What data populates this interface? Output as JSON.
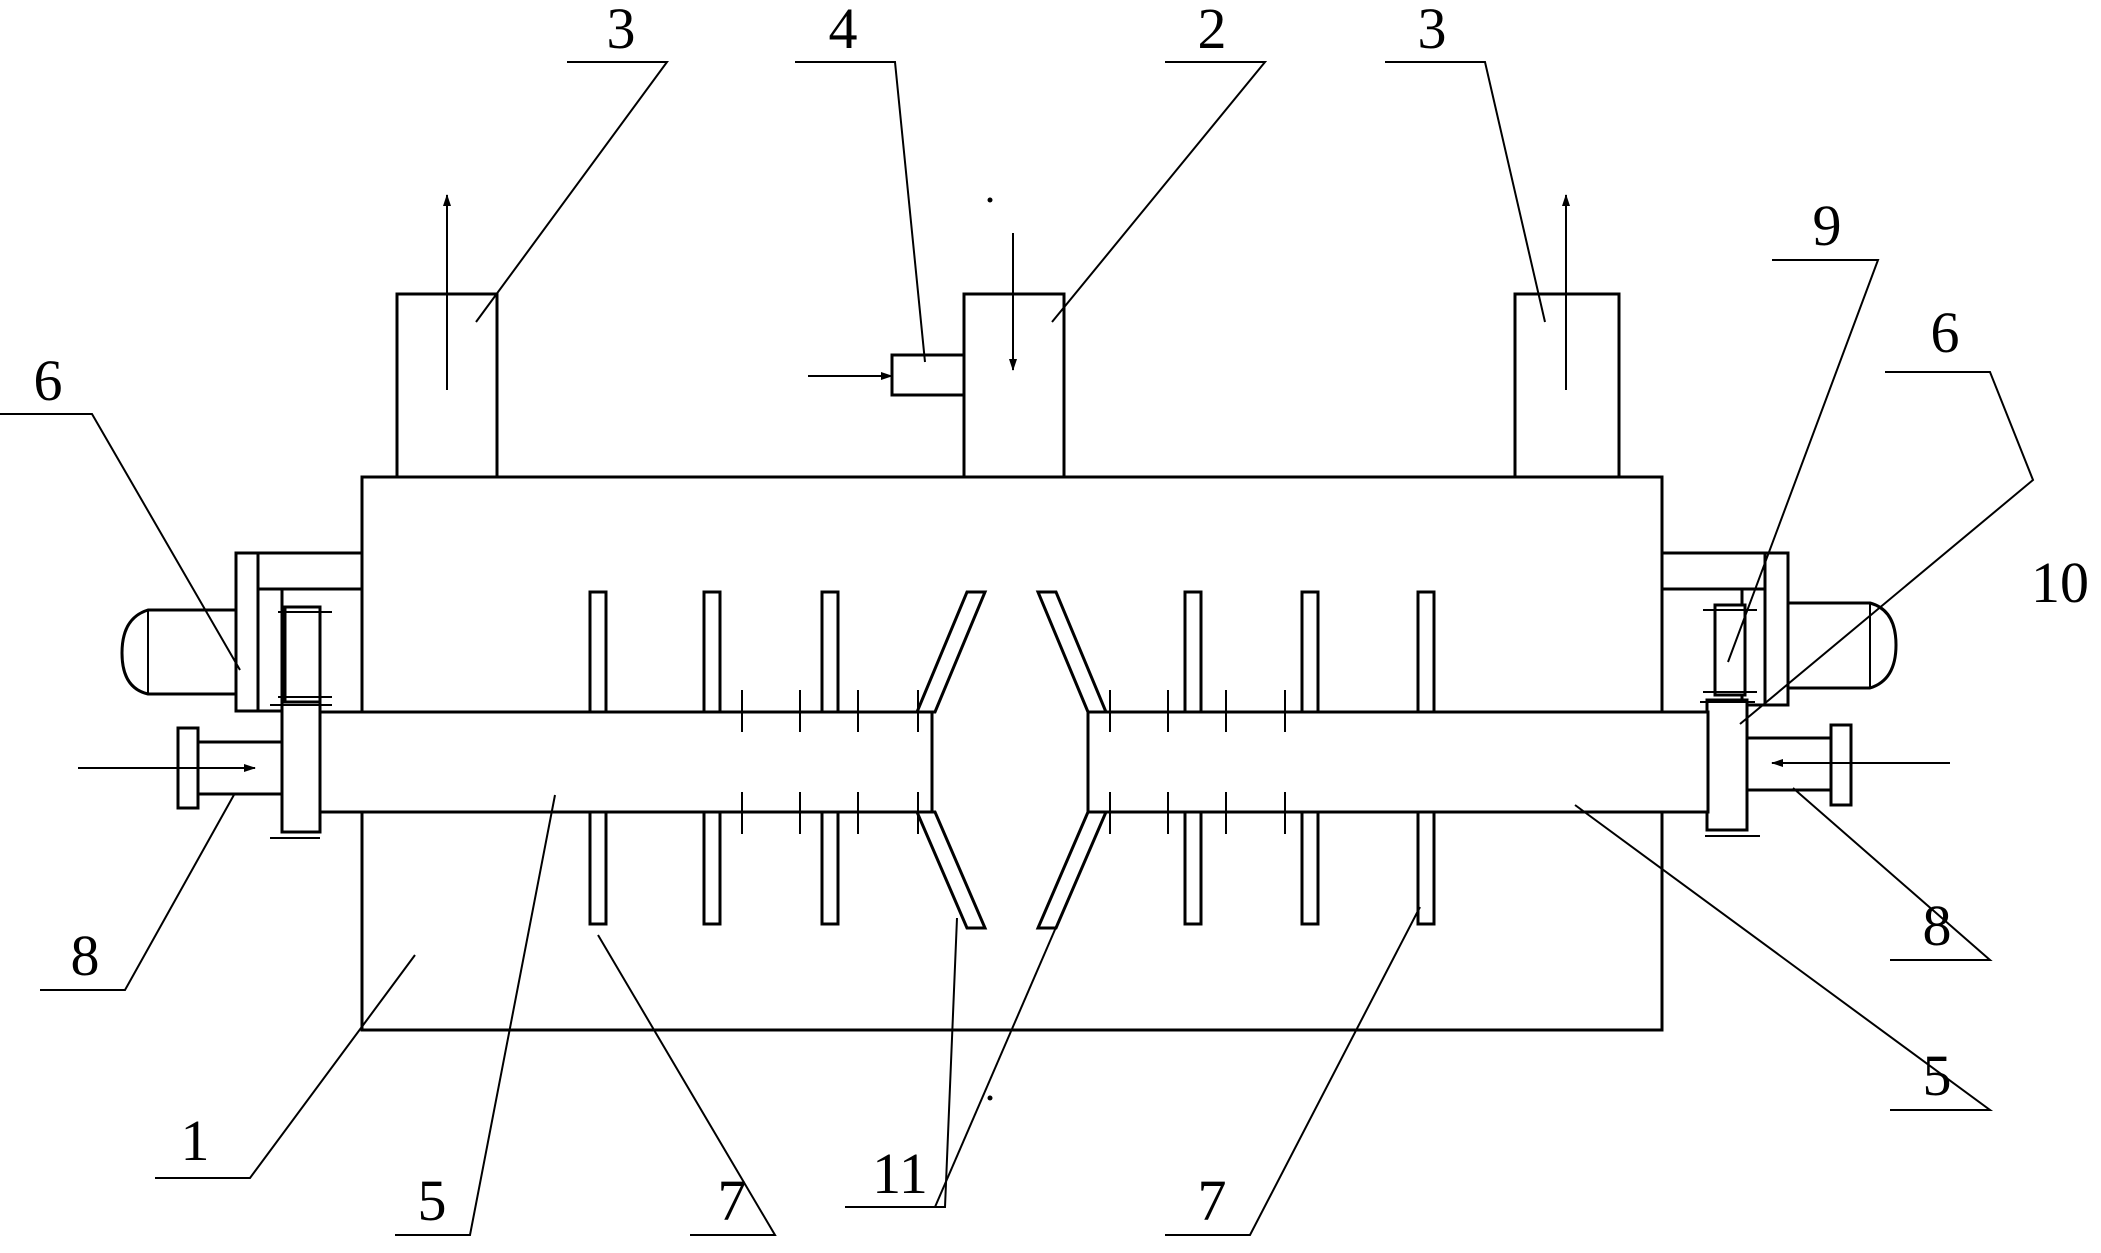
{
  "labels": {
    "housing": "1",
    "feed_inlet": "2",
    "outlet_left": "3",
    "outlet_right": "3",
    "side_inlet": "4",
    "shaft_left": "5",
    "shaft_right": "5",
    "motor_left": "6",
    "motor_right": "6",
    "blades_left": "7",
    "blades_right": "7",
    "inlet_left": "8",
    "inlet_right": "8",
    "gear": "9",
    "coupling": "10",
    "inclined_blades": "11"
  }
}
